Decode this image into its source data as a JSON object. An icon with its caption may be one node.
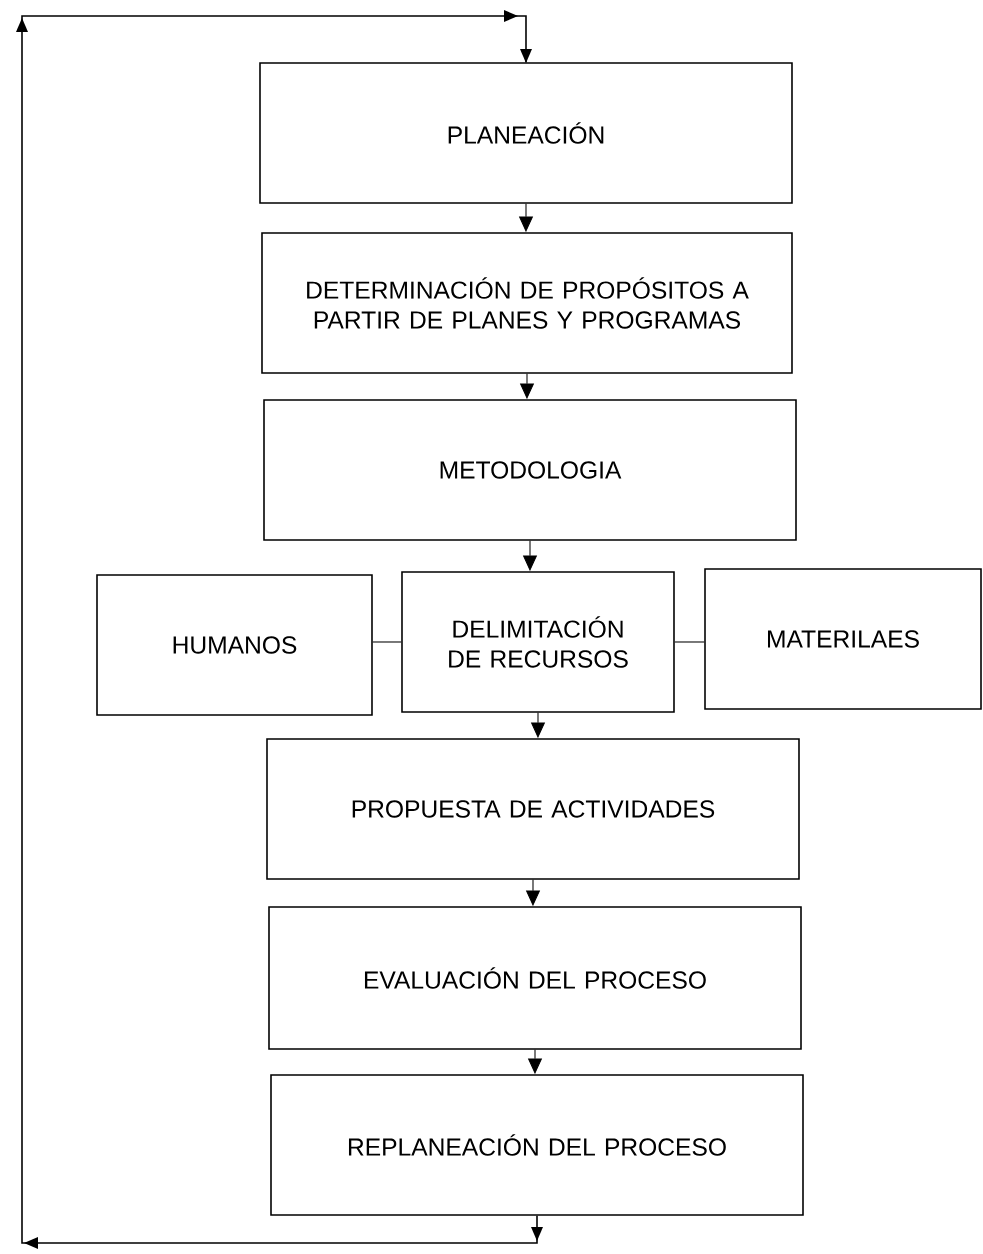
{
  "diagram": {
    "nodes": [
      {
        "text": [
          "PLANEACIÓN"
        ]
      },
      {
        "text": [
          "DETERMINACIÓN DE PROPÓSITOS A PARTIR DE PLANES Y PROGRAMAS"
        ]
      },
      {
        "text": [
          "METODOLOGIA"
        ]
      },
      {
        "text": [
          "HUMANOS"
        ]
      },
      {
        "text": [
          "DELIMITACIÓN DE RECURSOS"
        ]
      },
      {
        "text": [
          "MATERILAES"
        ]
      },
      {
        "text": [
          "PROPUESTA DE ACTIVIDADES"
        ]
      },
      {
        "text": [
          "EVALUACIÓN DEL PROCESO"
        ]
      },
      {
        "text": [
          "REPLANEACIÓN DEL PROCESO"
        ]
      }
    ],
    "edges": [
      {
        "from": 0,
        "to": 1,
        "arrow": "to"
      },
      {
        "from": 1,
        "to": 2,
        "arrow": "to"
      },
      {
        "from": 2,
        "to": 4,
        "arrow": "to"
      },
      {
        "from": 4,
        "to": 3,
        "arrow": "none"
      },
      {
        "from": 4,
        "to": 5,
        "arrow": "none"
      },
      {
        "from": 4,
        "to": 6,
        "arrow": "to"
      },
      {
        "from": 6,
        "to": 7,
        "arrow": "to"
      },
      {
        "from": 7,
        "to": 8,
        "arrow": "to"
      },
      {
        "from": 8,
        "to": 0,
        "arrow": "to"
      }
    ]
  }
}
